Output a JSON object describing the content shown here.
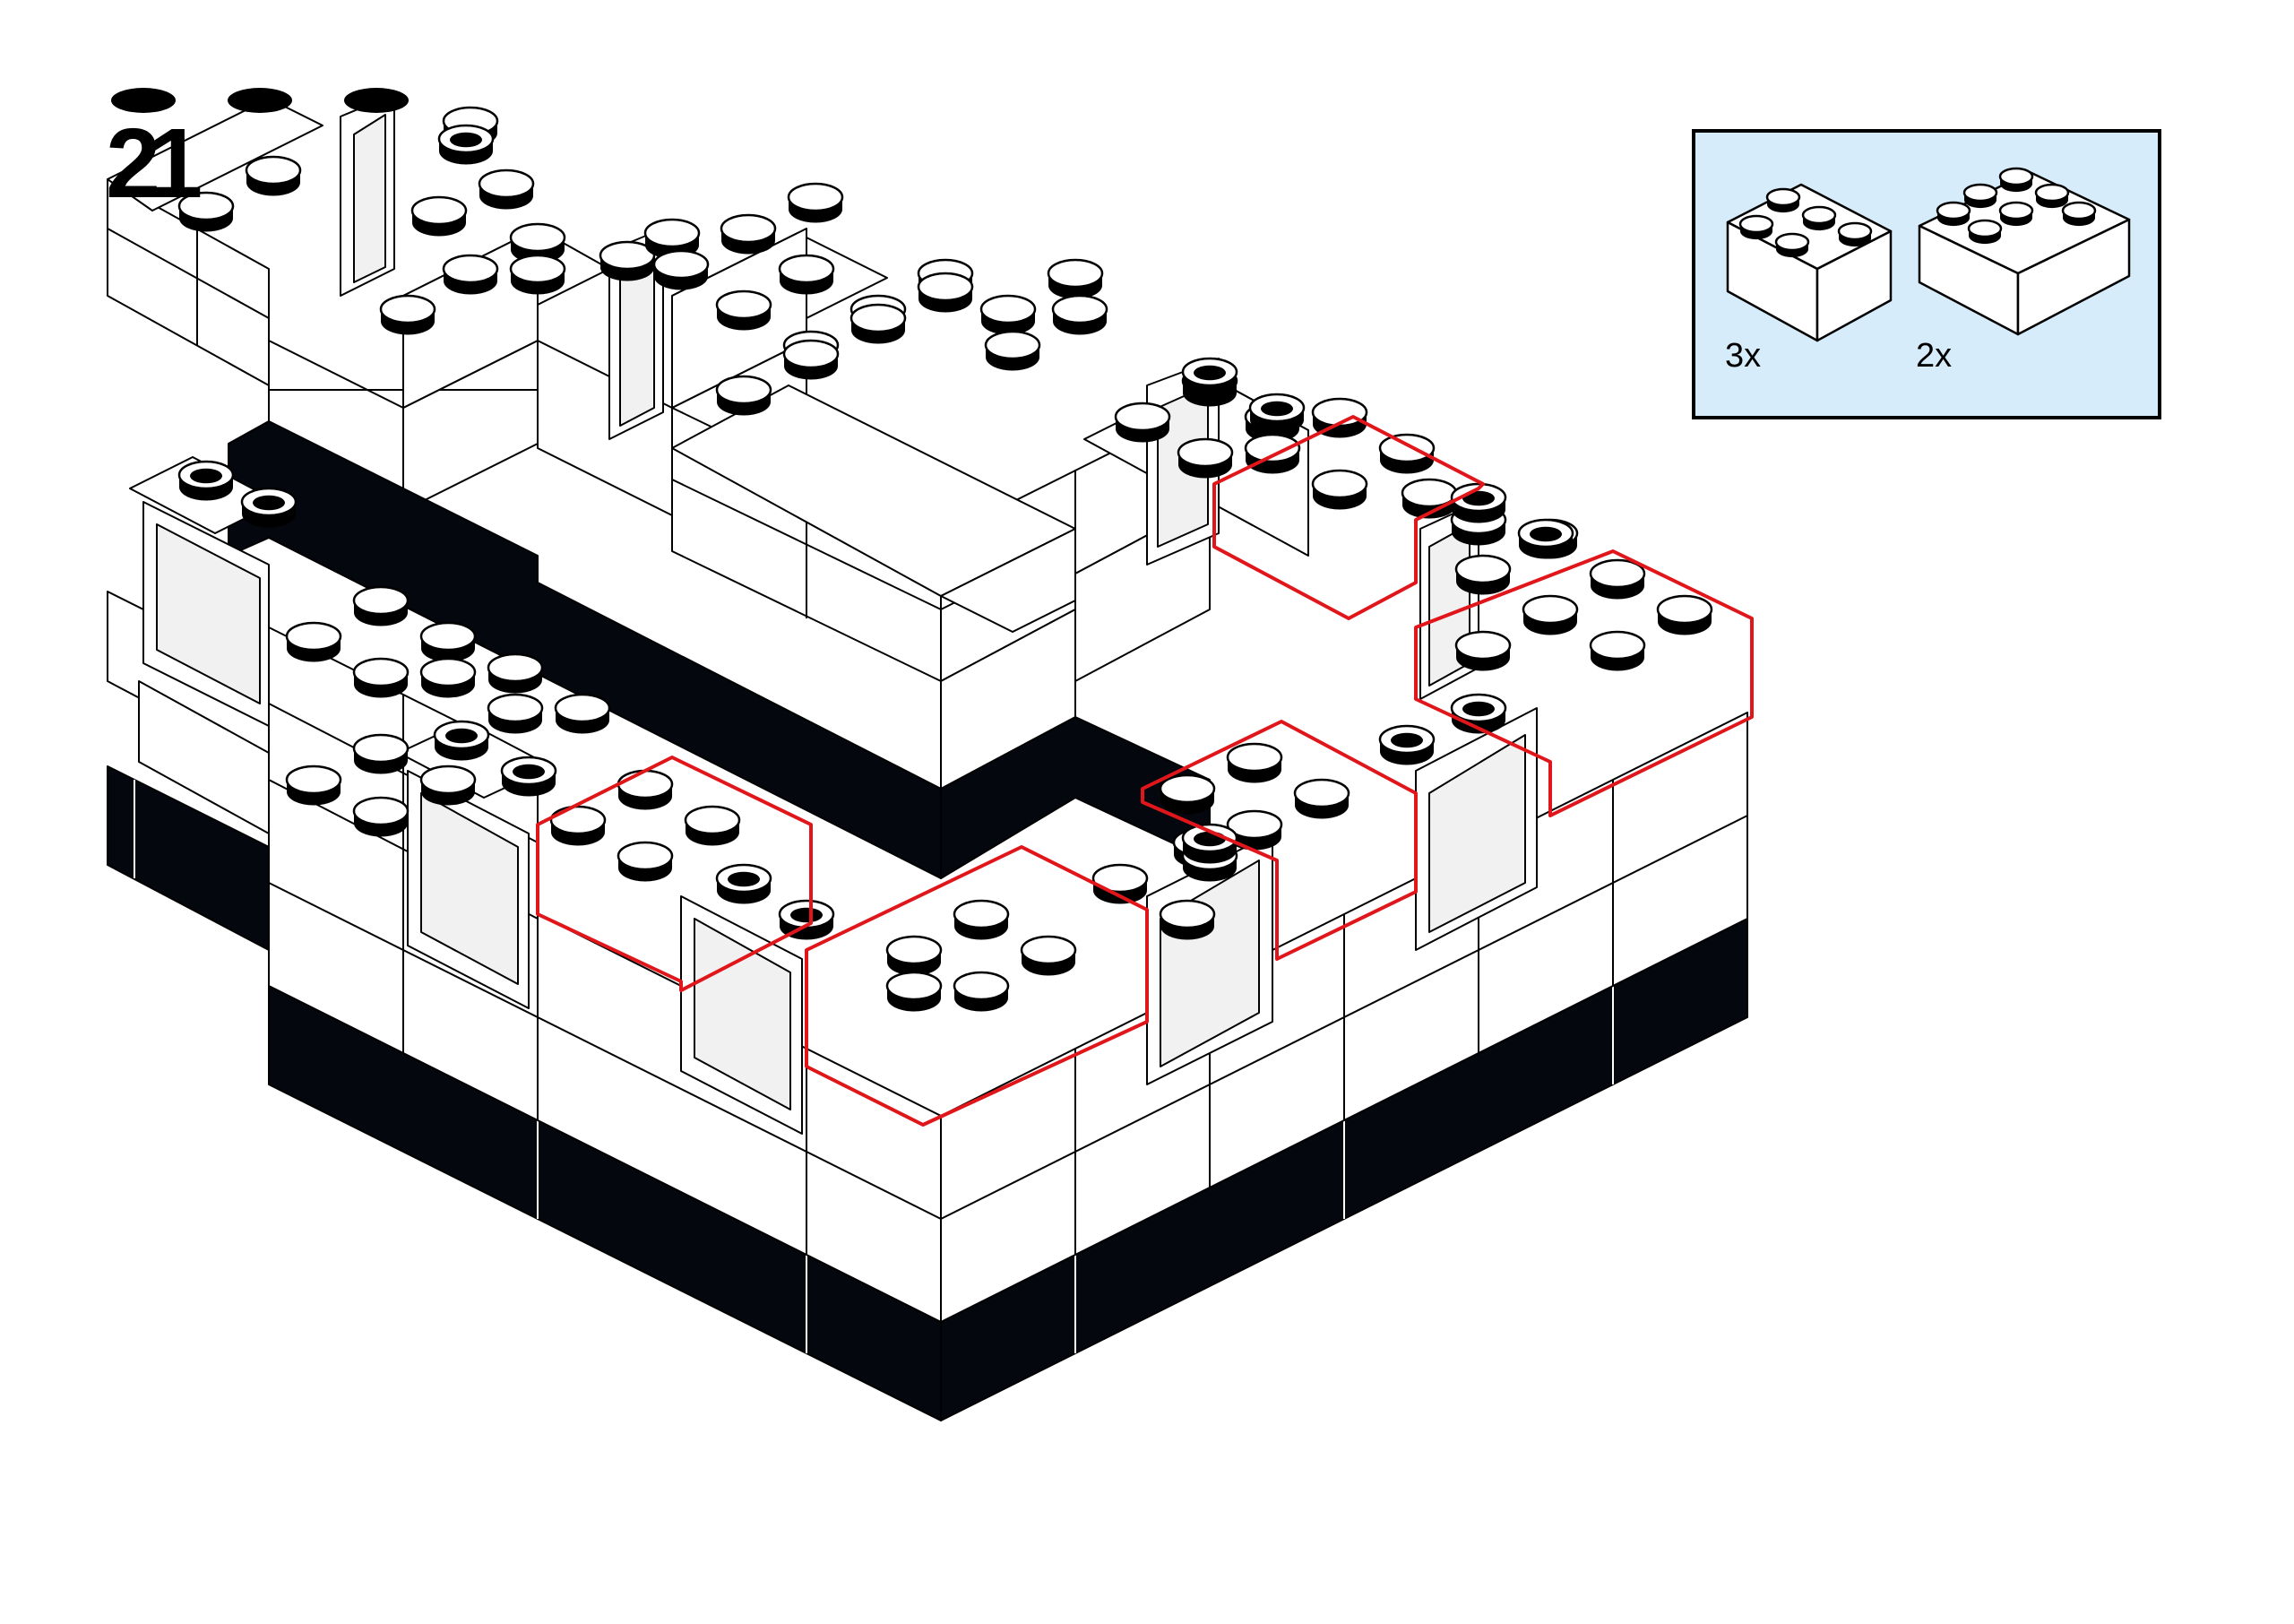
{
  "step": {
    "number": "21"
  },
  "parts_list": {
    "background_color": "#d6ecfb",
    "items": [
      {
        "part": "brick-2x2-icon",
        "quantity": "3x"
      },
      {
        "part": "brick-2x3-icon",
        "quantity": "2x"
      }
    ]
  },
  "colors": {
    "highlight": "#e0161b",
    "dark": "#05070f",
    "window": "#f1f1f1"
  }
}
